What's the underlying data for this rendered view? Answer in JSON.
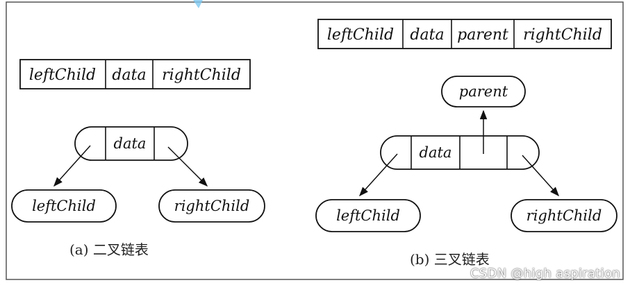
{
  "diagram_a": {
    "struct_cells": [
      "leftChild",
      "data",
      "rightChild"
    ],
    "node_label": "data",
    "left_child": "leftChild",
    "right_child": "rightChild",
    "caption": "(a) 二叉链表"
  },
  "diagram_b": {
    "struct_cells": [
      "leftChild",
      "data",
      "parent",
      "rightChild"
    ],
    "parent_label": "parent",
    "node_label": "data",
    "left_child": "leftChild",
    "right_child": "rightChild",
    "caption": "(b) 三叉链表"
  },
  "watermark": "CSDN @high aspiration",
  "colors": {
    "stroke": "#111111",
    "frame": "#555555",
    "accent_mark": "#7ec8f0"
  }
}
